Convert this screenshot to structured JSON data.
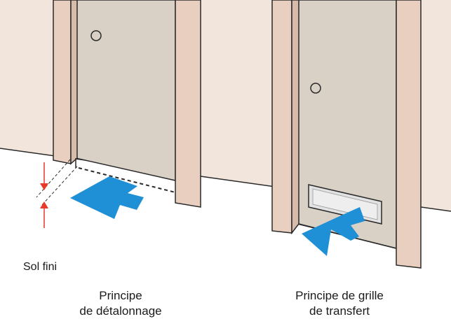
{
  "labels": {
    "floor": "Sol fini",
    "left_caption": [
      "Principe",
      "de détalonnage"
    ],
    "right_caption": [
      "Principe de grille",
      "de transfert"
    ]
  },
  "colors": {
    "wall": "#f2e5dc",
    "door": "#d9d0c6",
    "frame": "#e8cfc0",
    "outline": "#2a2a2a",
    "arrow": "#1f8fd6",
    "dimension": "#e8392a",
    "grille": "#e2e2e2"
  }
}
